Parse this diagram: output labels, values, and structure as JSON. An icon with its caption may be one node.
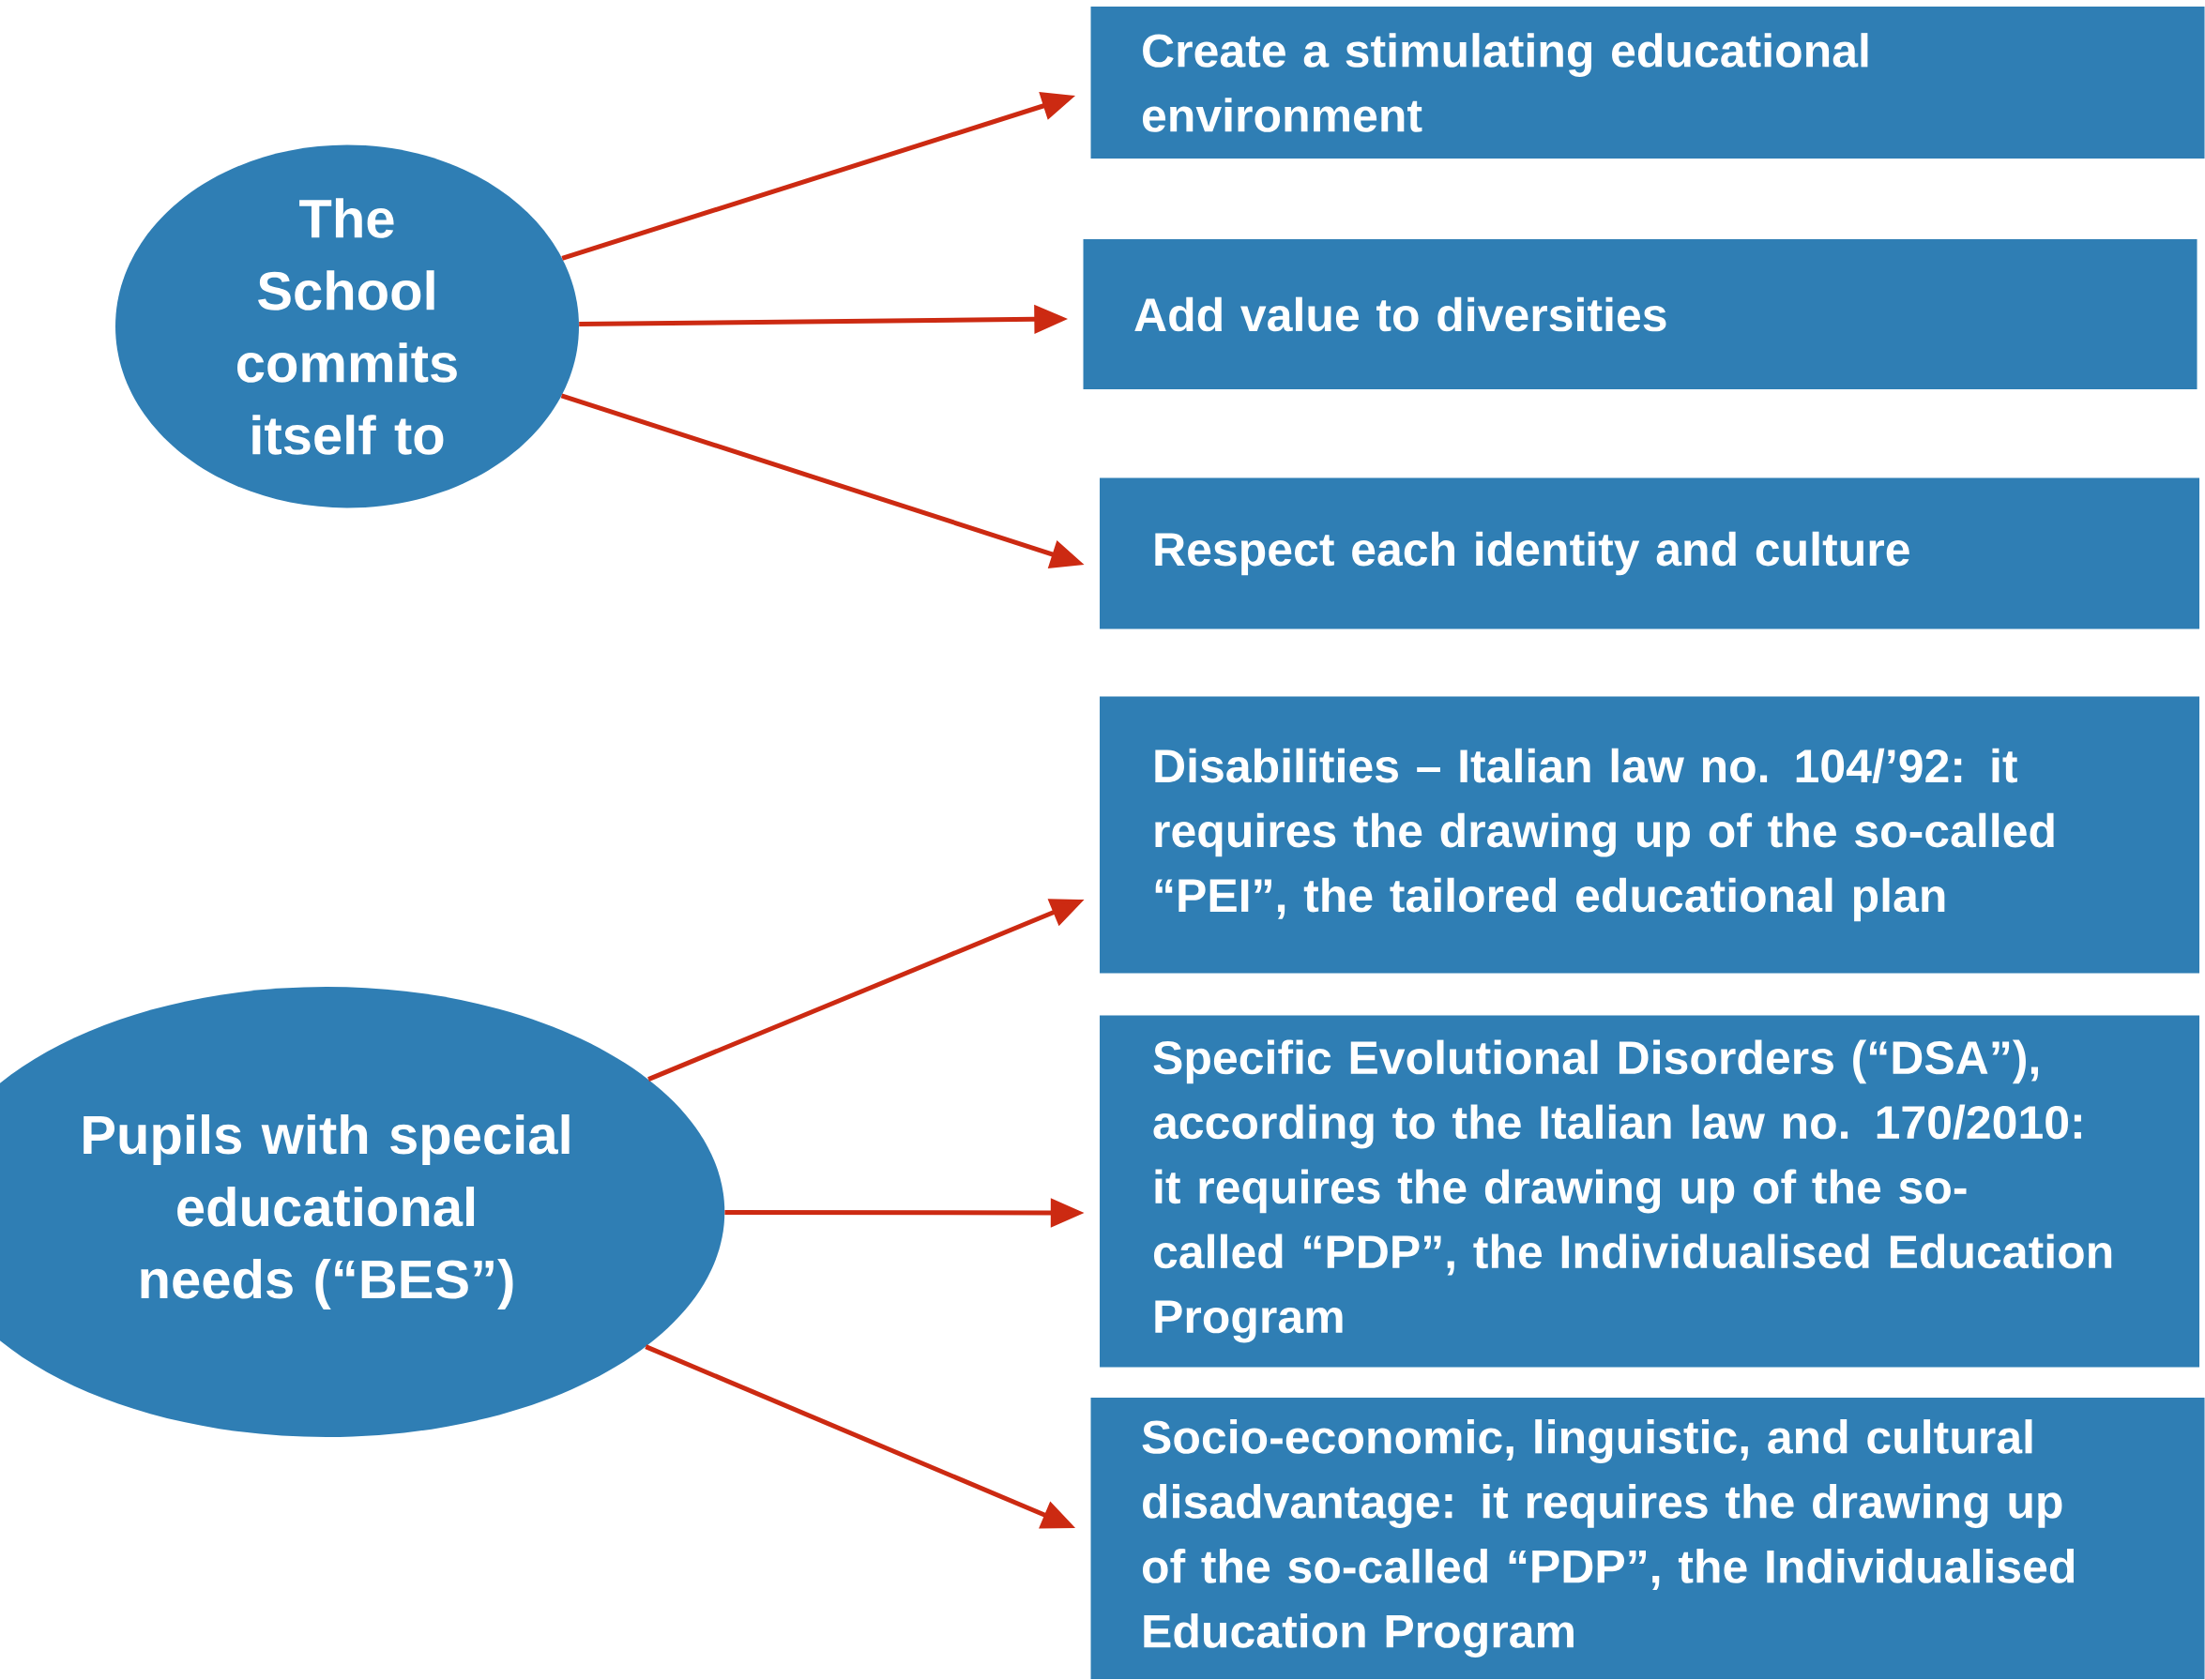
{
  "diagram": {
    "nodes": [
      {
        "text": [
          "The School commits itself to"
        ]
      },
      {
        "text": [
          "Create  a stimulating educational environment"
        ]
      },
      {
        "text": [
          "Add value to diversities"
        ]
      },
      {
        "text": [
          "Respect each identity and culture"
        ]
      },
      {
        "text": [
          "Pupils with special educational needs (“BES”)"
        ]
      },
      {
        "text": [
          "Disabilities – Italian law no. 104/’92: it requires the drawing up of the so-called “PEI”, the tailored educational plan"
        ]
      },
      {
        "text": [
          "Specific Evolutional Disorders (“DSA”), according to the Italian law no. 170/2010: it requires the drawing up of the so-called “PDP”, the Individualised Education  Program"
        ]
      },
      {
        "text": [
          "Socio-economic, linguistic,  and cultural disadvantage: it requires the drawing up of the so-called “PDP”, the Individualised Education  Program"
        ]
      }
    ],
    "edges": [
      {
        "from": 0,
        "to": 1,
        "arrow": "to"
      },
      {
        "from": 0,
        "to": 2,
        "arrow": "to"
      },
      {
        "from": 0,
        "to": 3,
        "arrow": "to"
      },
      {
        "from": 4,
        "to": 5,
        "arrow": "to"
      },
      {
        "from": 4,
        "to": 6,
        "arrow": "to"
      },
      {
        "from": 4,
        "to": 7,
        "arrow": "to"
      }
    ]
  }
}
